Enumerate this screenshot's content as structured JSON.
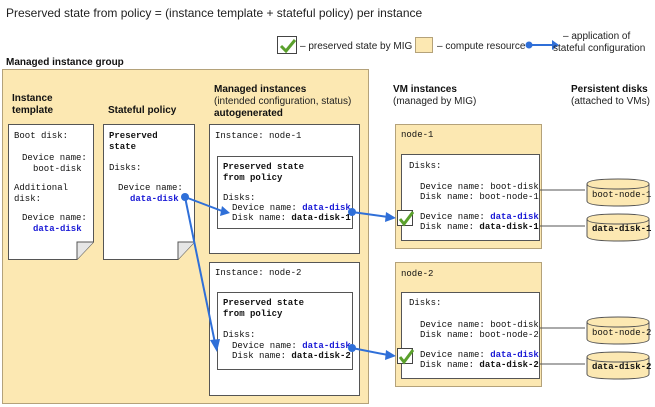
{
  "title": "Preserved state from policy = (instance template + stateful policy) per instance",
  "legend": {
    "preserved": "– preserved state by MIG",
    "compute": "– compute resource",
    "application_1": "– application of",
    "application_2": "stateful configuration"
  },
  "mig": {
    "heading": "Managed instance group",
    "template": {
      "heading_1": "Instance",
      "heading_2": "template",
      "boot_disk": "Boot disk:",
      "device_name_label": "Device name:",
      "device_name_value": "boot-disk",
      "additional_1": "Additional",
      "additional_2": "disk:",
      "device_name_label_2": "Device name:",
      "device_name_value_2": "data-disk"
    },
    "policy": {
      "heading": "Stateful policy",
      "preserved_1": "Preserved",
      "preserved_2": "state",
      "disks": "Disks:",
      "device_name_label": "Device name:",
      "device_name_value": "data-disk"
    },
    "instances": {
      "heading": "Managed instances",
      "sub": "(intended configuration, status)",
      "auto": "autogenerated",
      "items": [
        {
          "title": "Instance: node-1",
          "ps_1": "Preserved state",
          "ps_2": "from policy",
          "disks": "Disks:",
          "device_label": "Device name: ",
          "device_value": "data-disk",
          "disk_label": "Disk name: ",
          "disk_value": "data-disk-1"
        },
        {
          "title": "Instance: node-2",
          "ps_1": "Preserved state",
          "ps_2": "from policy",
          "disks": "Disks:",
          "device_label": "Device name: ",
          "device_value": "data-disk",
          "disk_label": "Disk name: ",
          "disk_value": "data-disk-2"
        }
      ]
    }
  },
  "vm": {
    "heading": "VM instances",
    "sub": "(managed by MIG)",
    "items": [
      {
        "title": "node-1",
        "disks": "Disks:",
        "boot_device": "Device name: boot-disk",
        "boot_disk": "Disk name: boot-node-1",
        "data_device_label": "Device name: ",
        "data_device_value": "data-disk",
        "data_disk_label": "Disk name: ",
        "data_disk_value": "data-disk-1"
      },
      {
        "title": "node-2",
        "disks": "Disks:",
        "boot_device": "Device name: boot-disk",
        "boot_disk": "Disk name: boot-node-2",
        "data_device_label": "Device name: ",
        "data_device_value": "data-disk",
        "data_disk_label": "Disk name: ",
        "data_disk_value": "data-disk-2"
      }
    ]
  },
  "persistent": {
    "heading": "Persistent disks",
    "sub": "(attached to VMs)",
    "disks": [
      "boot-node-1",
      "data-disk-1",
      "boot-node-2",
      "data-disk-2"
    ]
  },
  "colors": {
    "compute": "#fce8b2",
    "arrow": "#2f6fd8",
    "check": "#5aa02c",
    "blue_text": "#1a1ad6"
  }
}
